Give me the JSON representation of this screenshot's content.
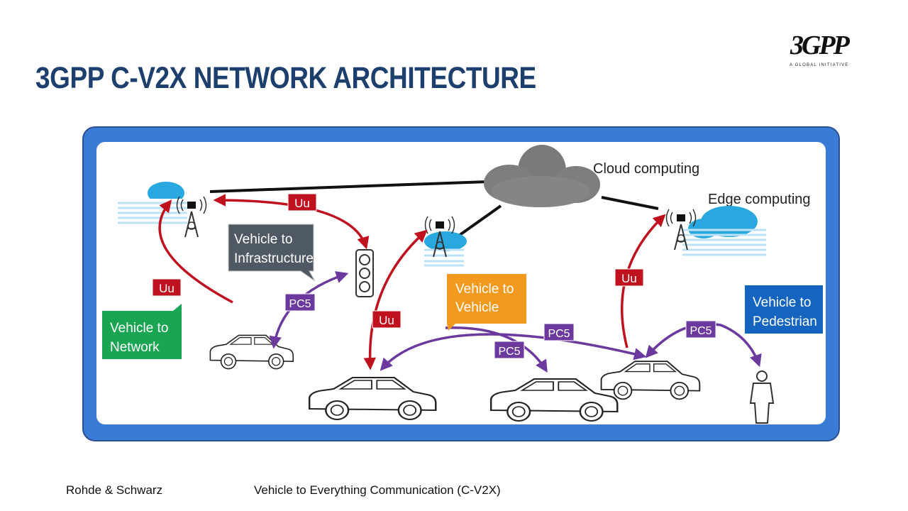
{
  "slide": {
    "title": "3GPP C-V2X NETWORK ARCHITECTURE",
    "logo_text": "3GPP",
    "logo_tagline": "A GLOBAL INITIATIVE",
    "footer_left": "Rohde & Schwarz",
    "footer_center": "Vehicle to Everything Communication (C-V2X)"
  },
  "diagram": {
    "cloud_computing_label": "Cloud computing",
    "edge_computing_label": "Edge computing",
    "callouts": {
      "v2i": [
        "Vehicle to",
        "Infrastructure"
      ],
      "v2n": [
        "Vehicle to",
        "Network"
      ],
      "v2v": [
        "Vehicle to",
        "Vehicle"
      ],
      "v2p": [
        "Vehicle to",
        "Pedestrian"
      ]
    },
    "link_labels": {
      "uu": "Uu",
      "pc5": "PC5"
    }
  },
  "colors": {
    "title": "#1d3f6e",
    "frame": "#3a7bd5",
    "uu": "#c0111f",
    "pc5": "#6c3a9e",
    "v2i": "#4f5963",
    "v2n": "#1aa553",
    "v2v": "#f39a1e",
    "v2p": "#1565c0"
  }
}
